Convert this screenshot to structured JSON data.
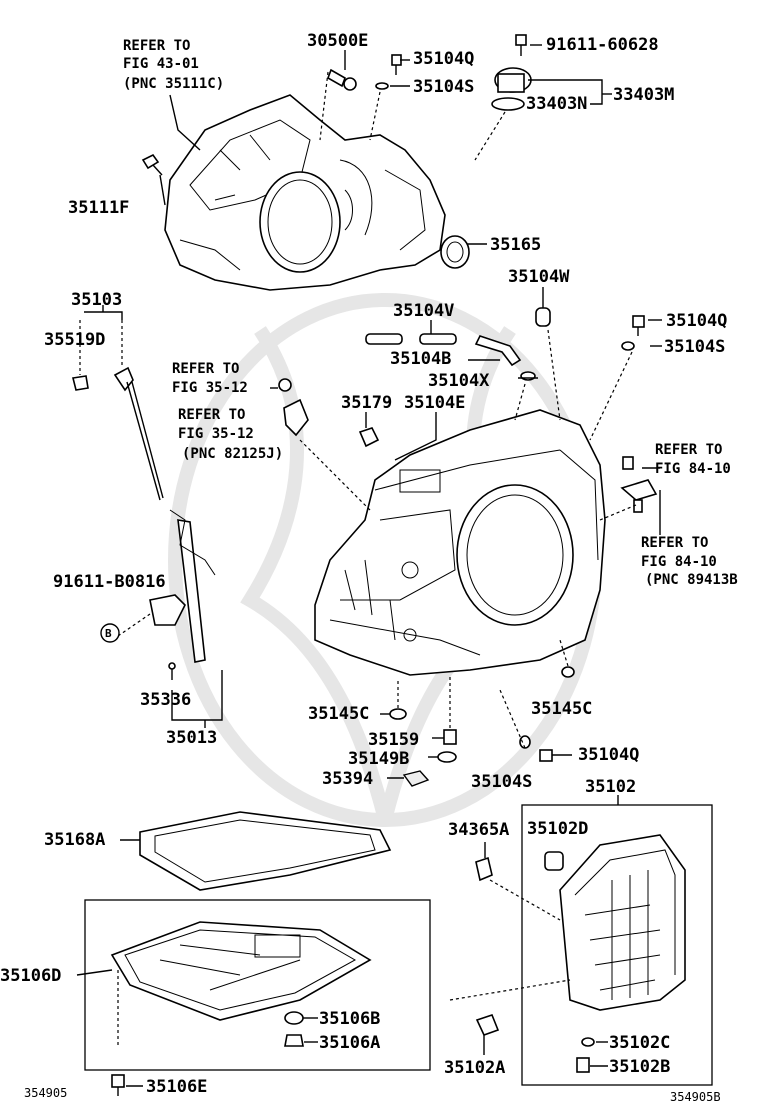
{
  "labels": {
    "p30500E": "30500E",
    "p35104Q_a": "35104Q",
    "p91611_60628": "91611-60628",
    "p35104S_a": "35104S",
    "p33403M": "33403M",
    "p33403N": "33403N",
    "p35111F": "35111F",
    "p35165": "35165",
    "p35104W": "35104W",
    "p35103": "35103",
    "p35519D": "35519D",
    "p35104V": "35104V",
    "p35104B": "35104B",
    "p35104Q_b": "35104Q",
    "p35104S_b": "35104S",
    "p35104X": "35104X",
    "p35179": "35179",
    "p35104E": "35104E",
    "p91611_B0816": "91611-B0816",
    "p35336": "35336",
    "p35013": "35013",
    "p35145C_a": "35145C",
    "p35145C_b": "35145C",
    "p35159": "35159",
    "p35149B": "35149B",
    "p35394": "35394",
    "p35104S_c": "35104S",
    "p35104Q_c": "35104Q",
    "p35102": "35102",
    "p35168A": "35168A",
    "p34365A": "34365A",
    "p35102D": "35102D",
    "p35106D": "35106D",
    "p35106B": "35106B",
    "p35106A": "35106A",
    "p35106E": "35106E",
    "p35102C": "35102C",
    "p35102B": "35102B",
    "p35102A": "35102A",
    "marker_B": "B"
  },
  "refs": {
    "r1_line1": "REFER TO",
    "r1_line2": "FIG 43-01",
    "r1_line3": "(PNC 35111C)",
    "r2_line1": "REFER TO",
    "r2_line2": "FIG 35-12",
    "r3_line1": "REFER TO",
    "r3_line2": "FIG 35-12",
    "r3_line3": "(PNC 82125J)",
    "r4_line1": "REFER TO",
    "r4_line2": "FIG 84-10",
    "r5_line1": "REFER TO",
    "r5_line2": "FIG 84-10",
    "r5_line3": "(PNC 89413B"
  },
  "footer": {
    "left_code": "354905",
    "right_code": "354905B"
  }
}
